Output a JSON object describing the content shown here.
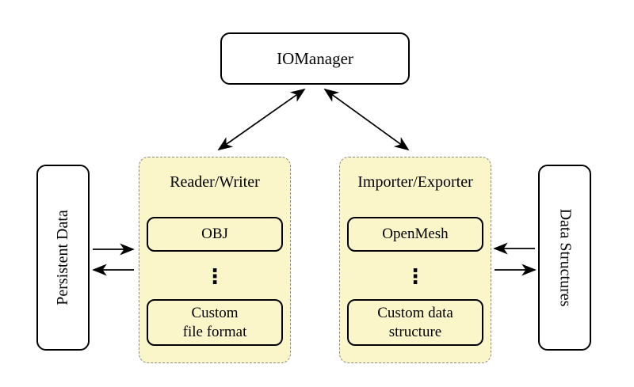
{
  "diagram": {
    "nodes": {
      "iomanager": {
        "label": "IOManager"
      },
      "persistent_data": {
        "label": "Persistent Data"
      },
      "data_structures": {
        "label": "Data Structures"
      },
      "reader_writer": {
        "label": "Reader/Writer",
        "ellipsis": "⋮",
        "items": [
          {
            "lines": [
              "OBJ"
            ]
          },
          {
            "lines": [
              "Custom",
              "file format"
            ]
          }
        ]
      },
      "importer_exporter": {
        "label": "Importer/Exporter",
        "ellipsis": "⋮",
        "items": [
          {
            "lines": [
              "OpenMesh"
            ]
          },
          {
            "lines": [
              "Custom data",
              "structure"
            ]
          }
        ]
      }
    },
    "connections": [
      {
        "from": "iomanager",
        "to": "reader_writer",
        "bidirectional": true
      },
      {
        "from": "iomanager",
        "to": "importer_exporter",
        "bidirectional": true
      },
      {
        "from": "persistent_data",
        "to": "reader_writer",
        "bidirectional": false
      },
      {
        "from": "reader_writer",
        "to": "persistent_data",
        "bidirectional": false
      },
      {
        "from": "data_structures",
        "to": "importer_exporter",
        "bidirectional": false
      },
      {
        "from": "importer_exporter",
        "to": "data_structures",
        "bidirectional": false
      }
    ],
    "colors": {
      "group_fill": "#fbf6ca",
      "group_border": "#8a8a8a",
      "node_border": "#000000",
      "arrow": "#000000",
      "background": "#ffffff"
    }
  }
}
